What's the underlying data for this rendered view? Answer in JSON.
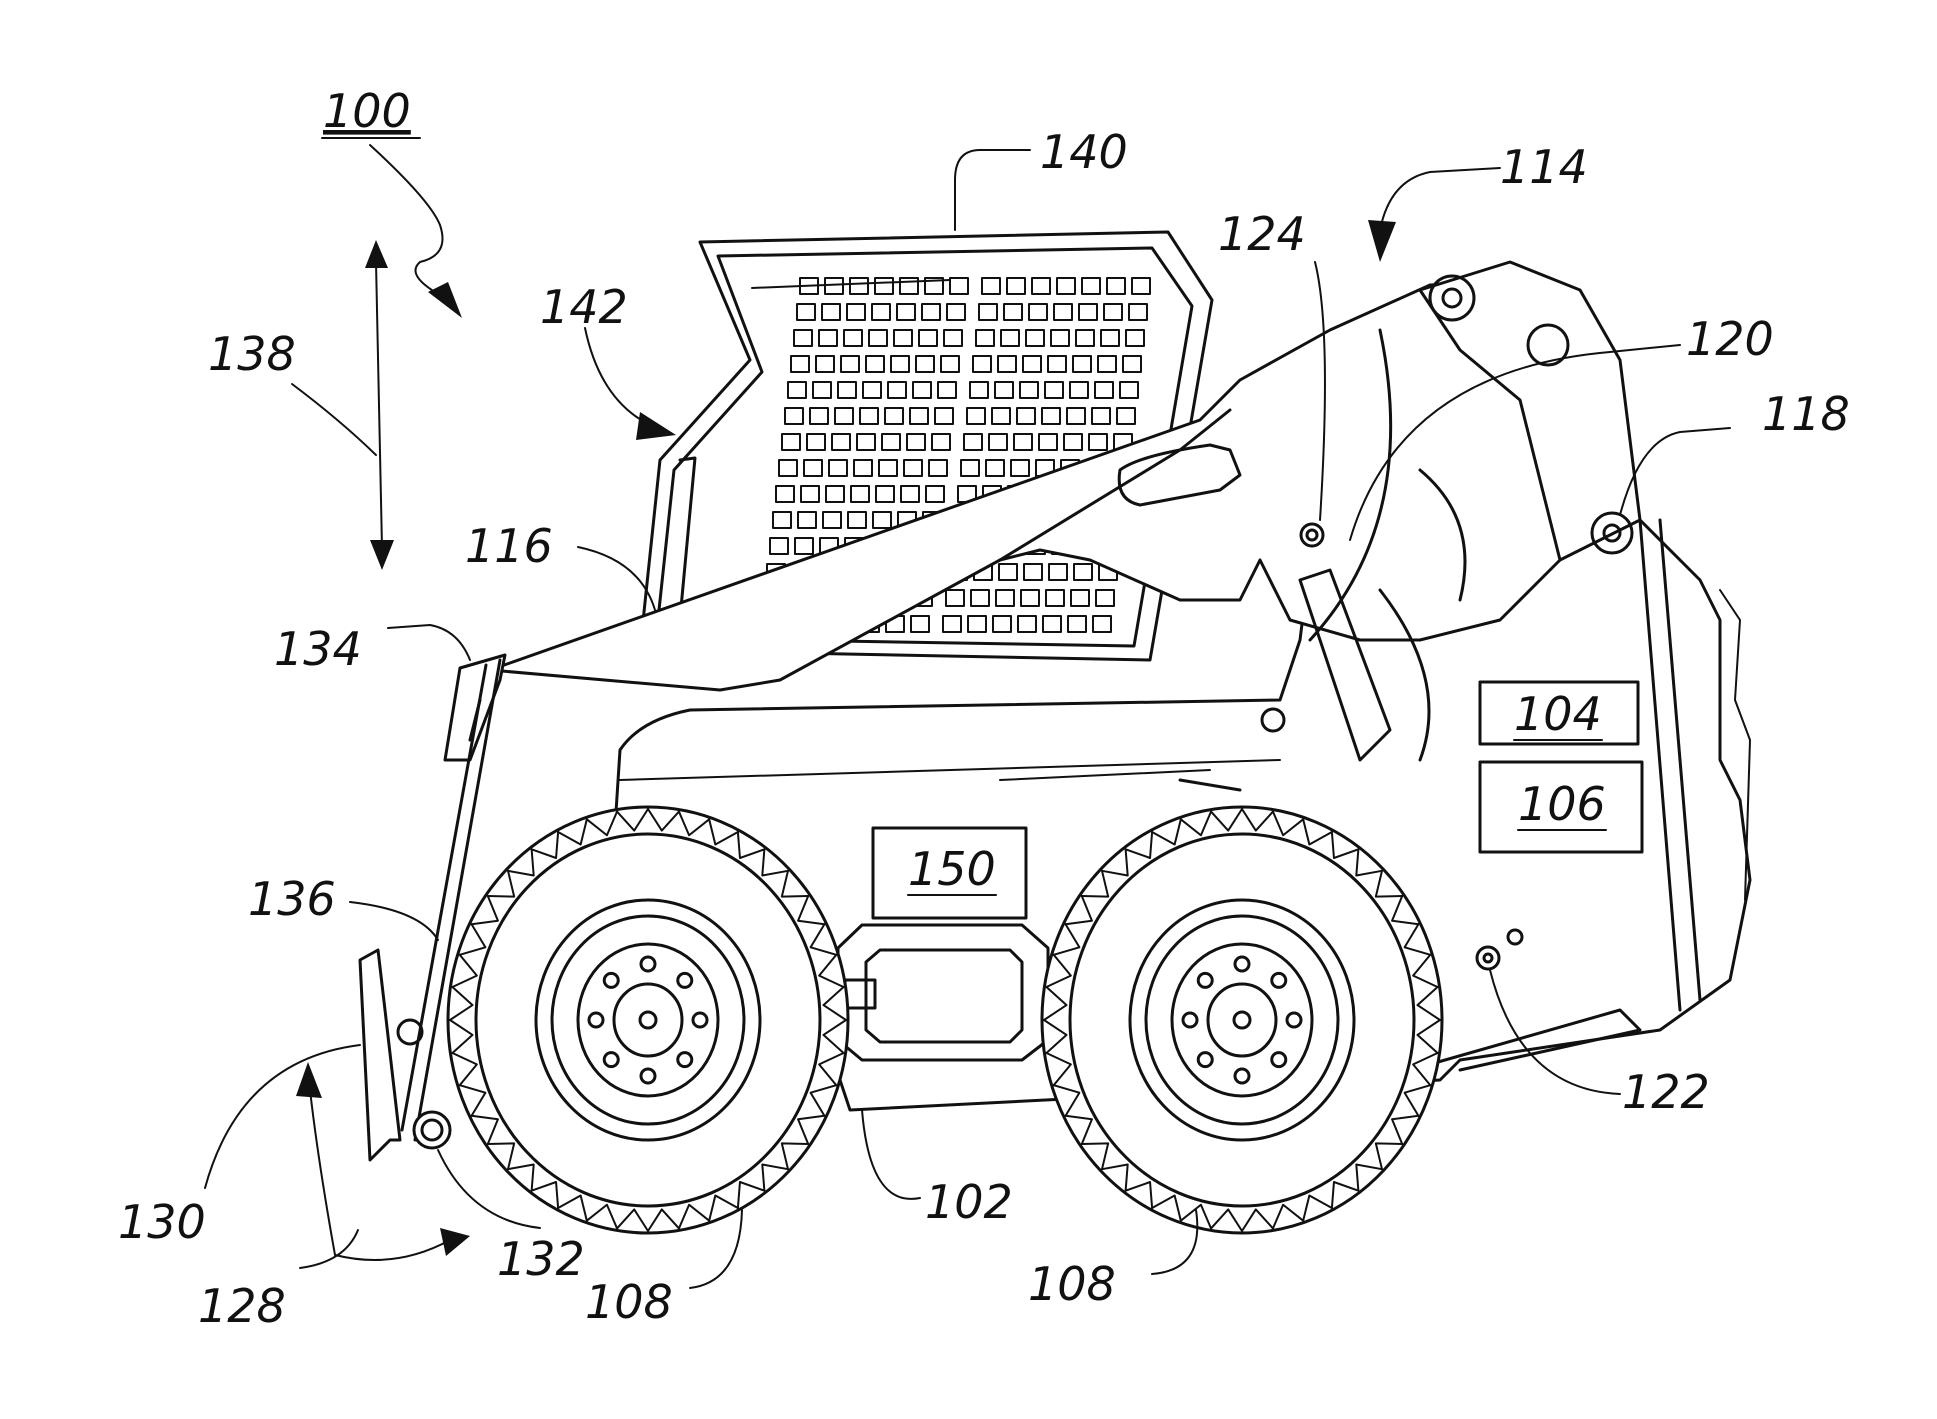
{
  "figure": {
    "ref_100": "100",
    "ref_102": "102",
    "ref_104": "104",
    "ref_106": "106",
    "ref_108_front": "108",
    "ref_108_rear": "108",
    "ref_114": "114",
    "ref_116": "116",
    "ref_118": "118",
    "ref_120": "120",
    "ref_122": "122",
    "ref_124": "124",
    "ref_128": "128",
    "ref_130": "130",
    "ref_132": "132",
    "ref_134": "134",
    "ref_136": "136",
    "ref_138": "138",
    "ref_140": "140",
    "ref_142": "142",
    "ref_150": "150"
  }
}
